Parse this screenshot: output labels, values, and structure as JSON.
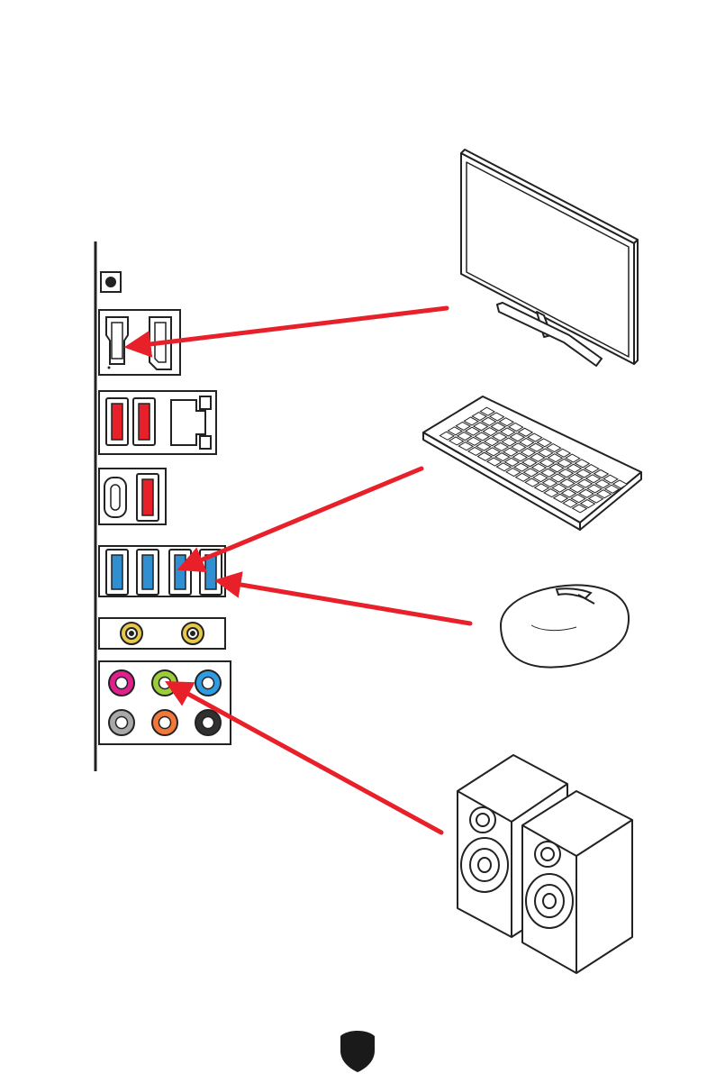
{
  "diagram": {
    "io_panel": {
      "ports": [
        {
          "name": "clear-cmos-button"
        },
        {
          "name": "hdmi-port"
        },
        {
          "name": "displayport-port"
        },
        {
          "name": "usb-red-1"
        },
        {
          "name": "usb-red-2"
        },
        {
          "name": "lan-port"
        },
        {
          "name": "usb-type-c-port"
        },
        {
          "name": "usb-red-3"
        },
        {
          "name": "usb-blue-1"
        },
        {
          "name": "usb-blue-2"
        },
        {
          "name": "usb-blue-3"
        },
        {
          "name": "usb-blue-4"
        },
        {
          "name": "wifi-antenna-1"
        },
        {
          "name": "wifi-antenna-2"
        }
      ],
      "audio_jacks": [
        {
          "name": "mic-in-jack",
          "color": "#e0208c"
        },
        {
          "name": "line-out-jack",
          "color": "#9ccc3a"
        },
        {
          "name": "line-in-jack",
          "color": "#2f9be0"
        },
        {
          "name": "side-surround-jack",
          "color": "#a8a8a8"
        },
        {
          "name": "center-subwoofer-jack",
          "color": "#f0783a"
        },
        {
          "name": "rear-surround-jack",
          "color": "#303030"
        }
      ]
    },
    "devices": [
      "monitor",
      "keyboard",
      "mouse",
      "speakers"
    ],
    "connections": [
      {
        "from": "monitor",
        "to": "hdmi-port"
      },
      {
        "from": "keyboard",
        "to": "usb-blue-3"
      },
      {
        "from": "mouse",
        "to": "usb-blue-4"
      },
      {
        "from": "speakers",
        "to": "line-out-jack"
      }
    ],
    "colors": {
      "arrow": "#e8202a",
      "usb_red": "#e8202a",
      "usb_blue": "#2f8fd0",
      "antenna_gold": "#e6c84a",
      "outline": "#222222",
      "footer_logo": "#1a1a1a"
    },
    "footer": {
      "logo_icon": "shield-logo-icon"
    }
  }
}
